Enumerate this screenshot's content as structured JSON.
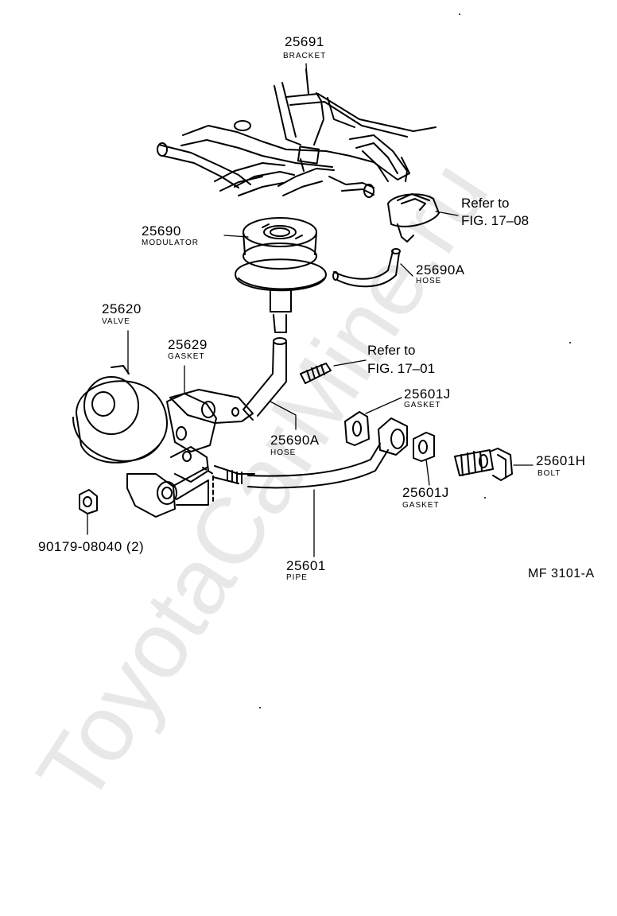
{
  "watermark": "ToyotaCarMine.ru",
  "figure_code": "MF 3101-A",
  "parts": {
    "bracket": {
      "number": "25691",
      "name": "BRACKET"
    },
    "modulator": {
      "number": "25690",
      "name": "MODULATOR"
    },
    "hose_upper": {
      "number": "25690A",
      "name": "HOSE"
    },
    "hose_lower": {
      "number": "25690A",
      "name": "HOSE"
    },
    "valve": {
      "number": "25620",
      "name": "VALVE"
    },
    "gasket_valve": {
      "number": "25629",
      "name": "GASKET"
    },
    "gasket_upper": {
      "number": "25601J",
      "name": "GASKET"
    },
    "gasket_lower": {
      "number": "25601J",
      "name": "GASKET"
    },
    "bolt": {
      "number": "25601H",
      "name": "BOLT"
    },
    "pipe": {
      "number": "25601",
      "name": "PIPE"
    },
    "nut": {
      "number": "90179-08040 (2)"
    }
  },
  "references": {
    "vsv": {
      "line1": "Refer to",
      "line2": "FIG. 17–08"
    },
    "stud": {
      "line1": "Refer to",
      "line2": "FIG. 17–01"
    }
  }
}
